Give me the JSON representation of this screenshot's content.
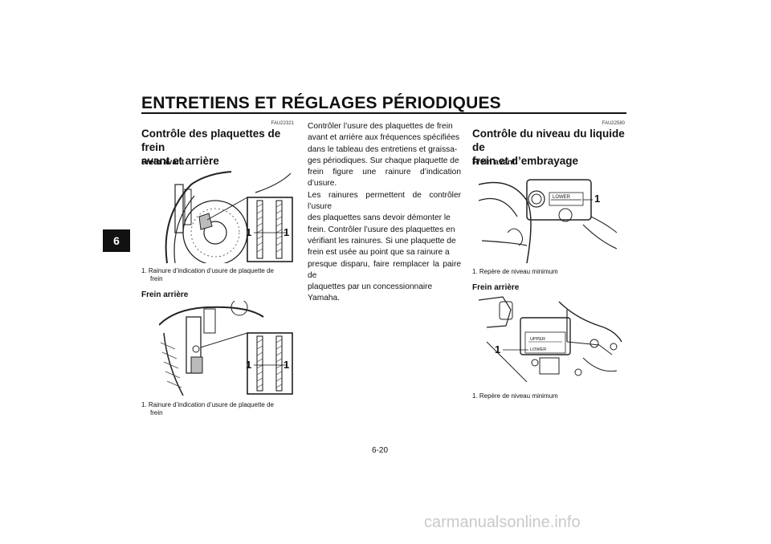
{
  "header": {
    "title": "ENTRETIENS ET RÉGLAGES PÉRIODIQUES",
    "chapter": "6"
  },
  "left": {
    "code": "FAU22321",
    "title_line1": "Contrôle des plaquettes de frein",
    "title_line2": "avant et arrière",
    "front_label": "Frein avant",
    "fig1_callout": "1",
    "fig1_caption_line1": "1.  Rainure d’indication d’usure de plaquette de",
    "fig1_caption_line2": "frein",
    "rear_label": "Frein arrière",
    "fig2_callout": "1",
    "fig2_caption_line1": "1.  Rainure d’indication d’usure de plaquette de",
    "fig2_caption_line2": "frein"
  },
  "middle": {
    "lines": [
      "Contrôler l’usure des plaquettes de frein",
      "avant et arrière aux fréquences spécifiées",
      "dans le tableau des entretiens et graissa-",
      "ges périodiques. Sur chaque plaquette de",
      "frein figure une rainure d’indication d’usure.",
      "Les rainures permettent de contrôler l’usure",
      "des plaquettes sans devoir démonter le",
      "frein. Contrôler l’usure des plaquettes en",
      "vérifiant les rainures. Si une plaquette de",
      "frein est usée au point que sa rainure a",
      "presque disparu, faire remplacer la paire de",
      "plaquettes par un concessionnaire",
      "Yamaha."
    ]
  },
  "right": {
    "code": "FAU22580",
    "title_line1": "Contrôle du niveau du liquide de",
    "title_line2": "frein et d’embrayage",
    "front_label": "Frein avant",
    "fig3_lower": "LOWER",
    "fig3_callout": "1",
    "fig3_caption": "1.  Repère de niveau minimum",
    "rear_label": "Frein arrière",
    "fig4_upper": "UPPER",
    "fig4_lower": "LOWER",
    "fig4_callout": "1",
    "fig4_caption": "1.  Repère de niveau minimum"
  },
  "footer": {
    "page": "6-20",
    "watermark": "carmanualsonline.info"
  }
}
